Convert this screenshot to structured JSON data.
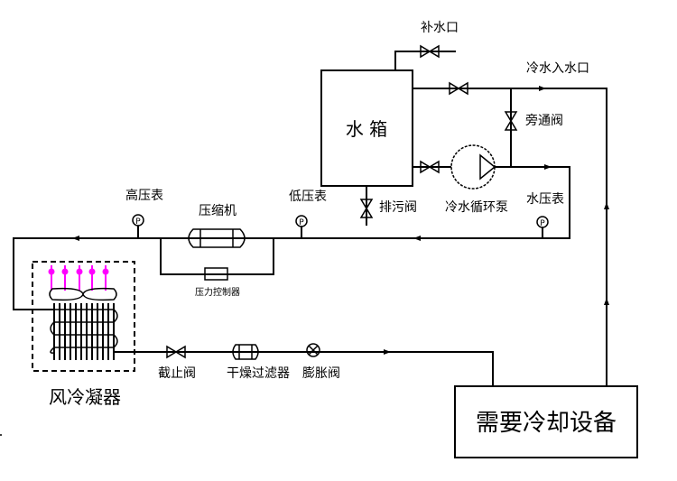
{
  "diagram": {
    "type": "refrigeration-cycle-flow-diagram",
    "colors": {
      "line": "#000000",
      "airflow_arrows": "#ff00ff",
      "background": "#ffffff"
    },
    "components": {
      "water_tank": "水 箱",
      "makeup_water_inlet": "补水口",
      "chilled_water_inlet": "冷水入水口",
      "bypass_valve": "旁通阀",
      "drain_valve": "排污阀",
      "chilled_water_pump": "冷水循环泵",
      "water_pressure_gauge": "水压表",
      "high_pressure_gauge": "高压表",
      "compressor": "压缩机",
      "low_pressure_gauge": "低压表",
      "pressure_controller": "压力控制器",
      "air_cooled_condenser": "风冷凝器",
      "shutoff_valve": "截止阀",
      "filter_drier": "干燥过滤器",
      "expansion_valve": "膨胀阀",
      "equipment_to_cool": "需要冷却设备"
    },
    "icons": {
      "gauge": "pressure-gauge-icon",
      "valve": "gate-valve-icon",
      "pump": "centrifugal-pump-icon",
      "flow_arrow": "flow-direction-arrow-icon",
      "fan": "fan-icon"
    }
  }
}
